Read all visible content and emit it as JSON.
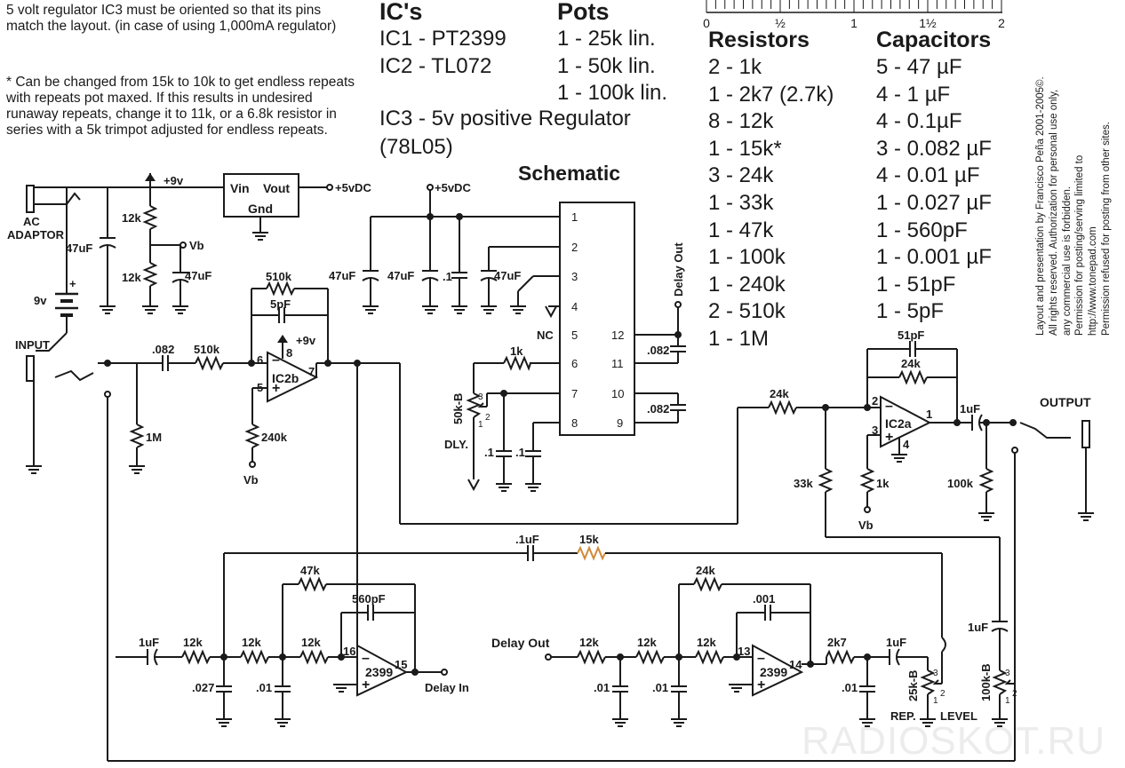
{
  "notes": {
    "regulator_note": "5 volt regulator IC3 must be oriented so that its pins match the layout. (in case of using 1,000mA regulator)",
    "repeat_note": "* Can be changed from 15k to 10k to get endless repeats with repeats pot maxed. If this results in undesired runaway repeats, change it to 11k, or a 6.8k resistor in series with a 5k trimpot adjusted for endless repeats."
  },
  "ics": {
    "header": "IC's",
    "items": [
      "IC1 - PT2399",
      "IC2 - TL072"
    ],
    "ic3_line1": "IC3 - 5v positive Regulator",
    "ic3_line2": "(78L05)"
  },
  "pots": {
    "header": "Pots",
    "items": [
      "1 - 25k lin.",
      "1 - 50k lin.",
      "1 - 100k lin."
    ]
  },
  "ruler": {
    "ticks": [
      "0",
      "½",
      "1",
      "1½",
      "2"
    ]
  },
  "resistors": {
    "header": "Resistors",
    "items": [
      "2 - 1k",
      "1 - 2k7 (2.7k)",
      "8 - 12k",
      "1 - 15k*",
      "3 - 24k",
      "1 - 33k",
      "1 - 47k",
      "1 - 100k",
      "1 - 240k",
      "2 - 510k",
      "1 - 1M"
    ]
  },
  "capacitors": {
    "header": "Capacitors",
    "items": [
      "5 - 47 µF",
      "4 - 1 µF",
      "4 - 0.1µF",
      "3 - 0.082 µF",
      "4 - 0.01 µF",
      "1 - 0.027 µF",
      "1 - 560pF",
      "1 - 0.001 µF",
      "1 - 51pF",
      "1 - 5pF"
    ]
  },
  "copyright": [
    "Layout and presentation by Francisco Peña 2001-2005©.",
    "All rights reserved. Authorization for personal use only,",
    "any commercial use is forbidden.",
    "Permission for posting/serving limited to",
    "http://www.tonepad.com",
    "Permission refused for posting from other sites."
  ],
  "watermark": "RADIOSKOT.RU",
  "schematic": {
    "title": "Schematic",
    "labels": {
      "plus9v": "+9v",
      "vin": "Vin",
      "vout": "Vout",
      "gnd": "Gnd",
      "plus5vdc_a": "+5vDC",
      "plus5vdc_b": "+5vDC",
      "ac": "AC",
      "adaptor": "ADAPTOR",
      "r12k_a": "12k",
      "r12k_b": "12k",
      "vb_a": "Vb",
      "c47uf_a": "47uF",
      "c47uf_b": "47uF",
      "c47uf_c": "47uF",
      "c47uf_d": "47uF",
      "c47uf_e": "47uF",
      "c01_a": ".1",
      "bat9v": "9v",
      "bat_plus": "+",
      "input": "INPUT",
      "c082_a": ".082",
      "r510k_a": "510k",
      "r510k_b": "510k",
      "c5pf": "5pF",
      "plus9v_b": "+9v",
      "ic2b": "IC2b",
      "p6": "6",
      "p5": "5",
      "p7": "7",
      "p8": "8",
      "r1m": "1M",
      "r240k": "240k",
      "vb_b": "Vb",
      "delay_out_v": "Delay Out",
      "nc": "NC",
      "c082_b": ".082",
      "c082_c": ".082",
      "r1k_a": "1k",
      "pot50k": "50k-B",
      "dly": "DLY.",
      "c01_b": ".1",
      "c01_c": ".1",
      "ic_pins_left": [
        "1",
        "2",
        "3",
        "4",
        "5",
        "6",
        "7",
        "8"
      ],
      "ic_pins_right": [
        "12",
        "11",
        "10",
        "9"
      ],
      "pot_pins_a": [
        "3",
        "2",
        "1"
      ],
      "c51pf": "51pF",
      "r24k_a": "24k",
      "r24k_b": "24k",
      "ic2a": "IC2a",
      "p2": "2",
      "p3": "3",
      "p1": "1",
      "p4": "4",
      "c1uf_a": "1uF",
      "output": "OUTPUT",
      "r33k": "33k",
      "r1k_b": "1k",
      "r100k": "100k",
      "vb_c": "Vb",
      "c01uf_fb": ".1uF",
      "r15k": "15k",
      "r47k": "47k",
      "c560pf": "560pF",
      "c1uf_b": "1uF",
      "r12k_c": "12k",
      "r12k_d": "12k",
      "r12k_e": "12k",
      "p16": "16",
      "p15": "15",
      "chip2399_a": "2399",
      "delay_in": "Delay In",
      "c027": ".027",
      "c001_a": ".01",
      "delay_out_h": "Delay Out",
      "r12k_f": "12k",
      "r12k_g": "12k",
      "r12k_h": "12k",
      "r24k_c": "24k",
      "c001": ".001",
      "p13": "13",
      "p14": "14",
      "chip2399_b": "2399",
      "r2k7": "2k7",
      "c1uf_c": "1uF",
      "c1uf_d": "1uF",
      "c001_b": ".01",
      "c001_c": ".01",
      "c001_d": ".01",
      "pot25k": "25k-B",
      "pot100k": "100k-B",
      "rep": "REP.",
      "level": "LEVEL",
      "pot_pins_b": [
        "3",
        "2",
        "1"
      ],
      "pot_pins_c": [
        "3",
        "2",
        "1"
      ]
    }
  }
}
